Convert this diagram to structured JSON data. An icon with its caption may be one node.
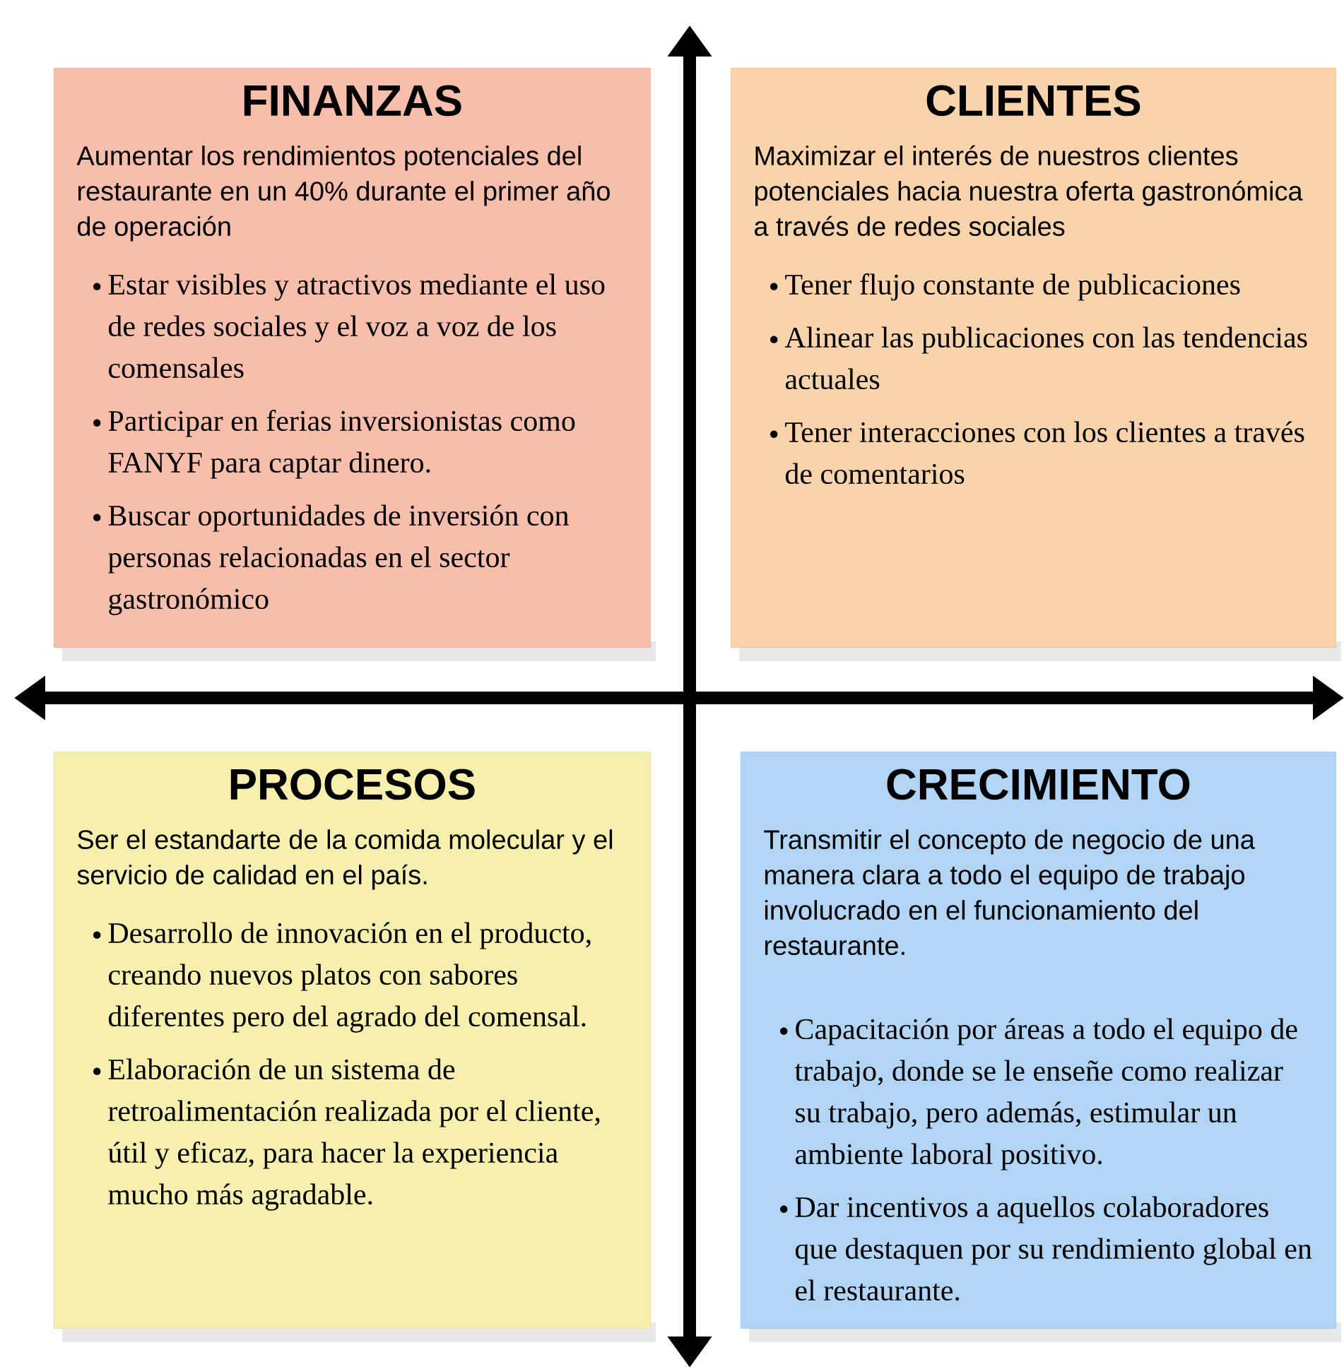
{
  "diagram": {
    "nodes": [
      {
        "text": [
          "FINANZAS",
          "Aumentar los rendimientos potenciales del restaurante en un 40% durante el primer año de operación",
          "Estar visibles y atractivos mediante el uso de redes sociales y el voz a voz de los comensales",
          "Participar en ferias inversionistas como FANYF para captar dinero.",
          "Buscar oportunidades de inversión con personas relacionadas en el sector gastronómico"
        ]
      },
      {
        "text": [
          "CLIENTES",
          "Maximizar el interés de nuestros clientes potenciales hacia nuestra oferta gastronómica a través de redes sociales",
          "Tener flujo constante de publicaciones",
          "Alinear las publicaciones con las tendencias actuales",
          "Tener interacciones con los clientes a través de comentarios"
        ]
      },
      {
        "text": [
          "PROCESOS",
          "Ser el estandarte de la comida molecular y el servicio de calidad en el país.",
          "Desarrollo de innovación en el producto, creando nuevos platos con sabores diferentes pero del agrado del comensal.",
          "Elaboración de un sistema de retroalimentación realizada por el cliente, útil y eficaz, para hacer la experiencia mucho más agradable."
        ]
      },
      {
        "text": [
          "CRECIMIENTO",
          "Transmitir el concepto de negocio de una manera clara a todo el equipo de trabajo involucrado en el funcionamiento del restaurante.",
          "Capacitación por áreas a todo el equipo de trabajo, donde se le enseñe como realizar su trabajo, pero además, estimular un ambiente laboral positivo.",
          "Dar incentivos a aquellos colaboradores que destaquen por su rendimiento global en el restaurante."
        ]
      }
    ]
  }
}
